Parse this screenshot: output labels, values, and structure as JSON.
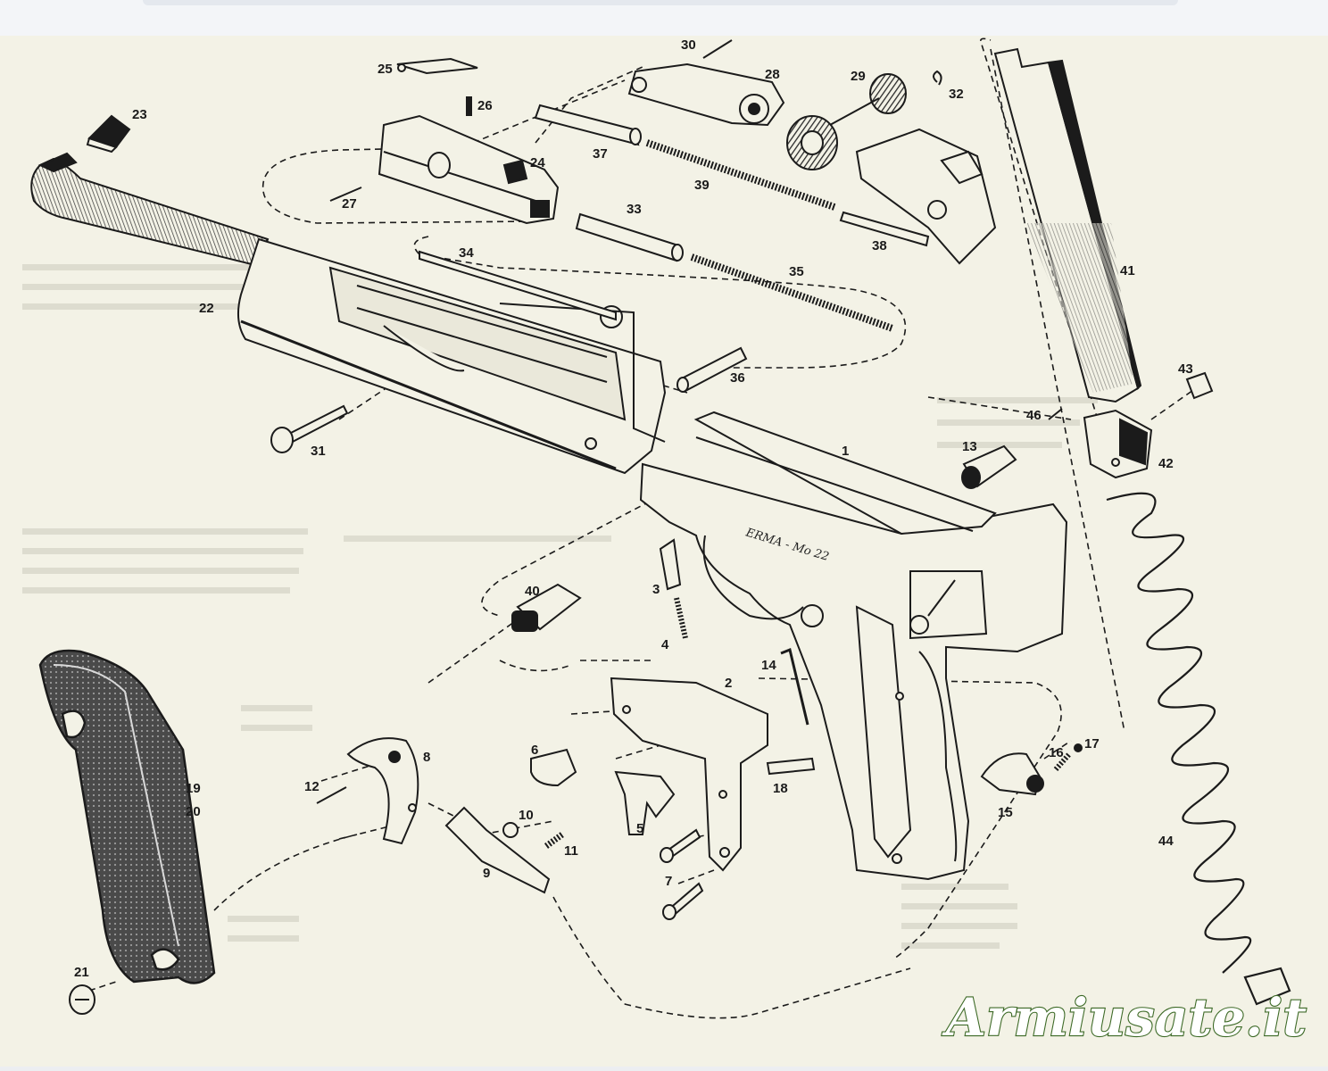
{
  "diagram": {
    "part_numbers": [
      "1",
      "2",
      "3",
      "4",
      "5",
      "6",
      "7",
      "8",
      "9",
      "10",
      "11",
      "12",
      "13",
      "14",
      "15",
      "16",
      "17",
      "18",
      "19",
      "20",
      "21",
      "22",
      "23",
      "24",
      "25",
      "26",
      "27",
      "28",
      "29",
      "30",
      "31",
      "32",
      "33",
      "34",
      "35",
      "36",
      "37",
      "38",
      "39",
      "40",
      "41",
      "42",
      "43",
      "44",
      "46"
    ],
    "frame_stamp": "ERMA - Mo 22"
  },
  "watermark": {
    "text": "Armiusate.it"
  },
  "colors": {
    "paper": "#f3f2e6",
    "ink": "#1b1b1b",
    "watermark_outline": "#3d6a27"
  }
}
